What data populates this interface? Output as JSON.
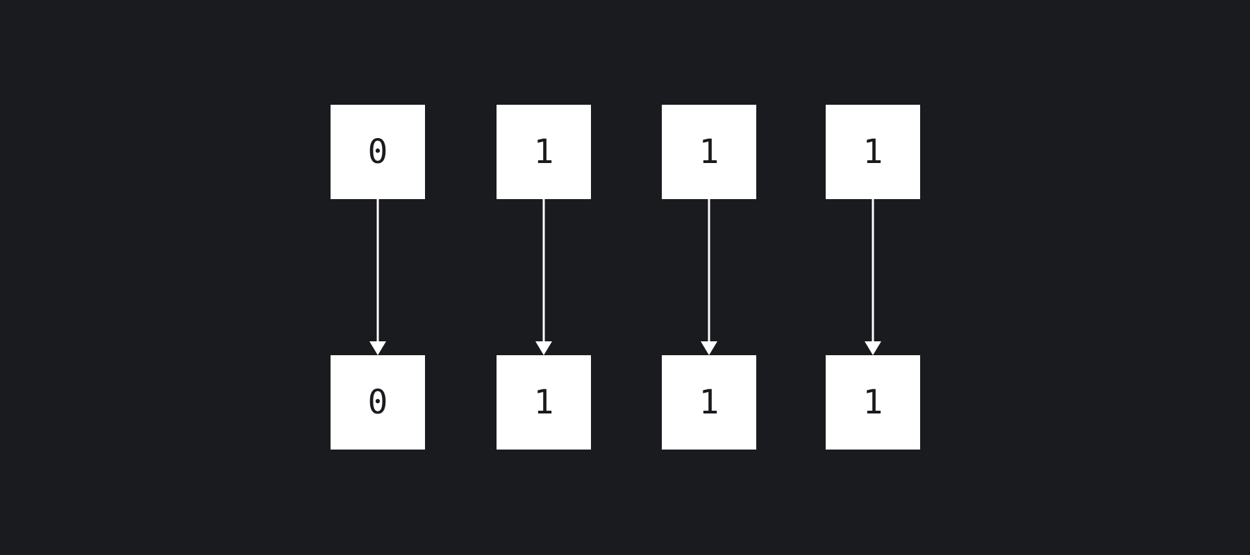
{
  "diagram": {
    "top_row": [
      "0",
      "1",
      "1",
      "1"
    ],
    "bottom_row": [
      "0",
      "1",
      "1",
      "1"
    ],
    "colors": {
      "background": "#1a1b1f",
      "box_fill": "#ffffff",
      "box_text": "#1a1b1f",
      "arrow": "#ffffff"
    }
  }
}
